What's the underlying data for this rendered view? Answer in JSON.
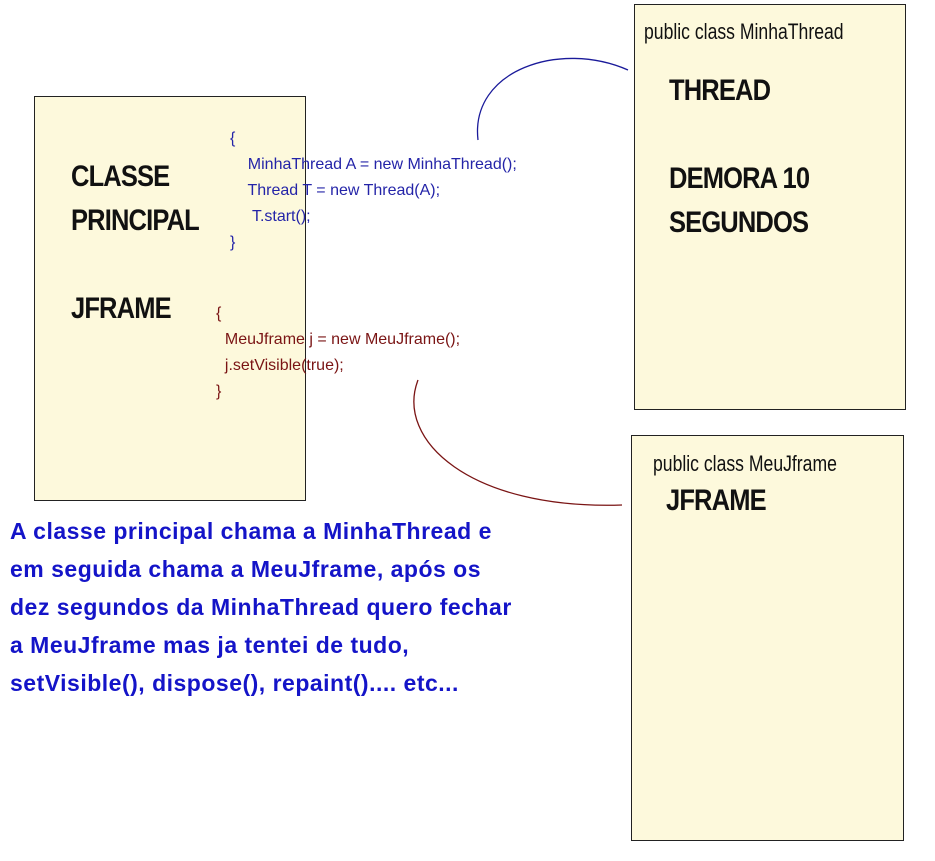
{
  "main_box": {
    "lines": [
      "CLASSE",
      "PRINCIPAL"
    ],
    "jframe": "JFRAME"
  },
  "thread_code": [
    "{",
    "    MinhaThread A = new MinhaThread();",
    "    Thread T = new Thread(A);",
    "     T.start();",
    "}"
  ],
  "jframe_code": [
    "{",
    "  MeuJframe j = new MeuJframe();",
    "  j.setVisible(true);",
    "}"
  ],
  "thread_box": {
    "header": "public class  MinhaThread",
    "title": "THREAD",
    "lines": [
      "DEMORA 10",
      "SEGUNDOS"
    ]
  },
  "jframe_box": {
    "header": "public class MeuJframe",
    "title": "JFRAME"
  },
  "description": [
    "A classe principal chama a MinhaThread e",
    "em seguida chama a MeuJframe, após os",
    "dez segundos da MinhaThread quero fechar",
    "a MeuJframe mas ja tentei de tudo,",
    "setVisible(), dispose(), repaint().... etc..."
  ],
  "colors": {
    "box_fill": "#fdf9dc",
    "code_blue": "#2424a8",
    "code_red": "#7a1414",
    "text_blue": "#1414c8"
  }
}
